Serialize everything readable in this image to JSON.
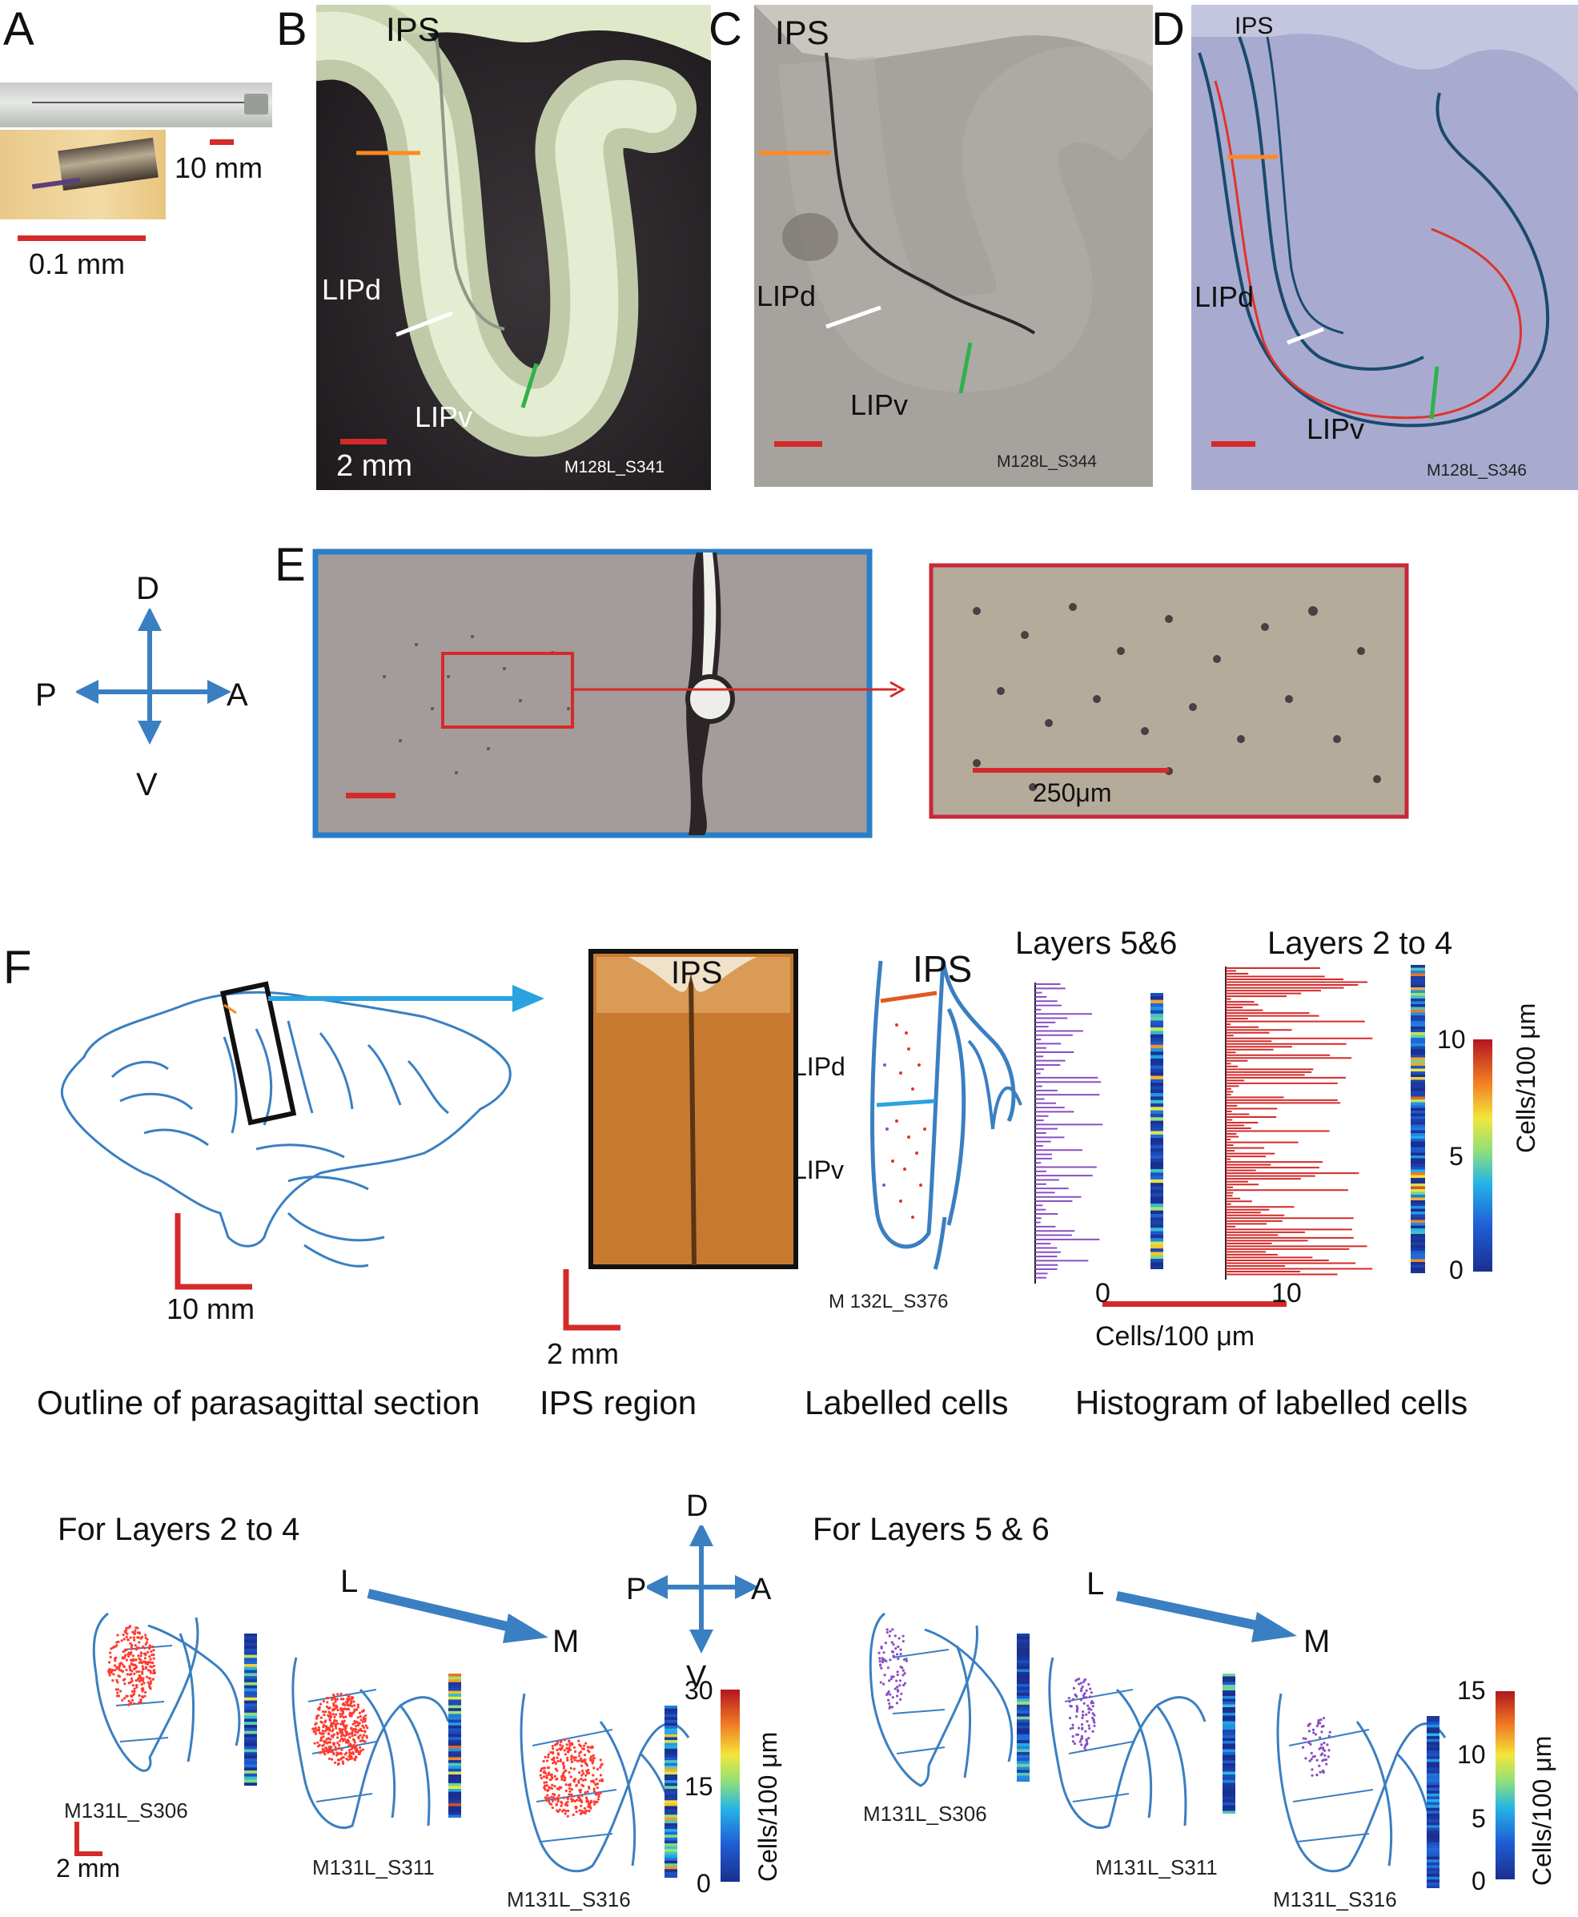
{
  "panels": {
    "A": {
      "label": "A",
      "scale_top": "10 mm",
      "scale_bottom": "0.1 mm"
    },
    "B": {
      "label": "B",
      "ips": "IPS",
      "lipd": "LIPd",
      "lipv": "LIPv",
      "scale": "2 mm",
      "section": "M128L_S341"
    },
    "C": {
      "label": "C",
      "ips": "IPS",
      "lipd": "LIPd",
      "lipv": "LIPv",
      "section": "M128L_S344"
    },
    "D": {
      "label": "D",
      "ips": "IPS",
      "lipd": "LIPd",
      "lipv": "LIPv",
      "section": "M128L_S346"
    },
    "E": {
      "label": "E",
      "scale": "250μm"
    },
    "F": {
      "label": "F",
      "scale_outline": "10 mm",
      "scale_ips": "2 mm",
      "ips": "IPS",
      "ips2": "IPS",
      "lipd": "LIPd",
      "lipv": "LIPv",
      "section": "M 132L_S376",
      "layers56": "Layers 5&6",
      "layers24": "Layers 2 to 4",
      "hist_axis_min": "0",
      "hist_axis_max": "10",
      "hist_axis_label": "Cells/100 μm",
      "cbar_ticks": [
        "10",
        "5",
        "0"
      ],
      "cbar_label": "Cells/100 μm"
    }
  },
  "orientation": {
    "d": "D",
    "v": "V",
    "p": "P",
    "a": "A"
  },
  "captions": [
    "Outline of parasagittal section",
    "IPS region",
    "Labelled cells",
    "Histogram of labelled cells"
  ],
  "bottom": {
    "left_title": "For Layers 2 to 4",
    "right_title": "For Layers 5 & 6",
    "L": "L",
    "M": "M",
    "sections": [
      "M131L_S306",
      "M131L_S311",
      "M131L_S316"
    ],
    "scale": "2 mm",
    "cbar_left_ticks": [
      "30",
      "15",
      "0"
    ],
    "cbar_right_ticks": [
      "15",
      "10",
      "5",
      "0"
    ],
    "cbar_label": "Cells/100 μm"
  },
  "colors": {
    "red": "#d42a2a",
    "blue": "#3a7fc1",
    "purple": "#8a4fc4",
    "orange": "#ff8a1f",
    "green": "#2fb24a",
    "navy": "#1a4a6e"
  }
}
